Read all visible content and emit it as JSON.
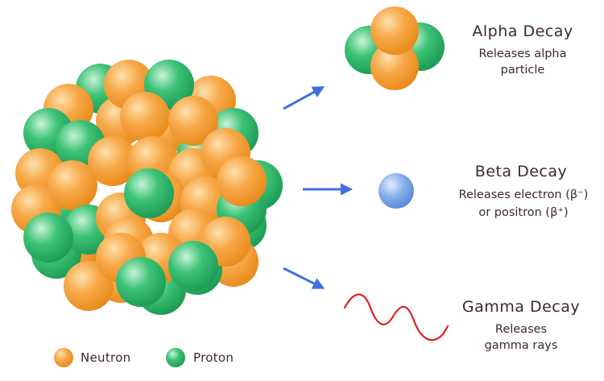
{
  "legend": {
    "neutron": "Neutron",
    "proton": "Proton"
  },
  "decays": {
    "alpha": {
      "title": "Alpha Decay",
      "line1": "Releases alpha",
      "line2": "particle"
    },
    "beta": {
      "title": "Beta Decay",
      "line1": "Releases electron (β⁻)",
      "line2": "or positron (β⁺)"
    },
    "gamma": {
      "title": "Gamma Decay",
      "line1": "Releases",
      "line2": "gamma rays"
    }
  },
  "colors": {
    "neutron": "#f39a2c",
    "proton": "#2eb36a",
    "electron": "#6f9fe0",
    "arrow": "#3f6fe0",
    "gamma_wave": "#e02020"
  }
}
